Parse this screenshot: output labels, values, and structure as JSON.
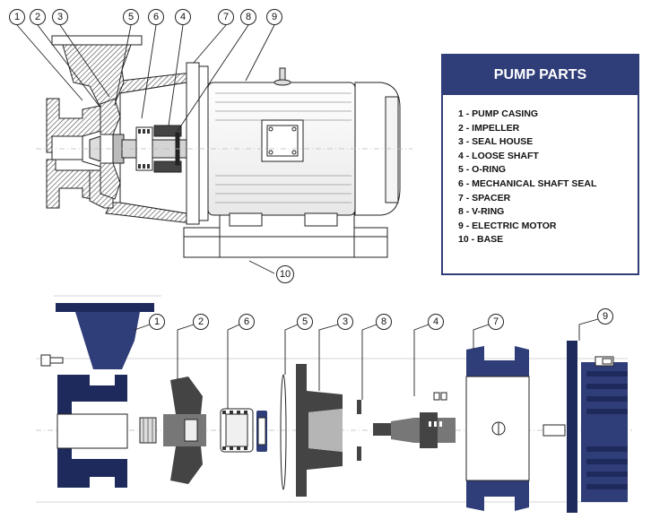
{
  "legend": {
    "title": "PUMP PARTS",
    "items": [
      "1 - PUMP CASING",
      "2 - IMPELLER",
      "3 - SEAL HOUSE",
      "4 - LOOSE SHAFT",
      "5 - O-RING",
      "6 - MECHANICAL SHAFT SEAL",
      "7 - SPACER",
      "8 - V-RING",
      "9 - ELECTRIC MOTOR",
      "10 - BASE"
    ]
  },
  "callouts": {
    "top": [
      "1",
      "2",
      "3",
      "5",
      "6",
      "4",
      "7",
      "8",
      "9",
      "10"
    ],
    "bottom": [
      "1",
      "2",
      "6",
      "5",
      "3",
      "8",
      "4",
      "7",
      "9"
    ]
  },
  "colors": {
    "accent": "#2f3d78",
    "outline": "#222222",
    "part_grey": "#777777"
  }
}
